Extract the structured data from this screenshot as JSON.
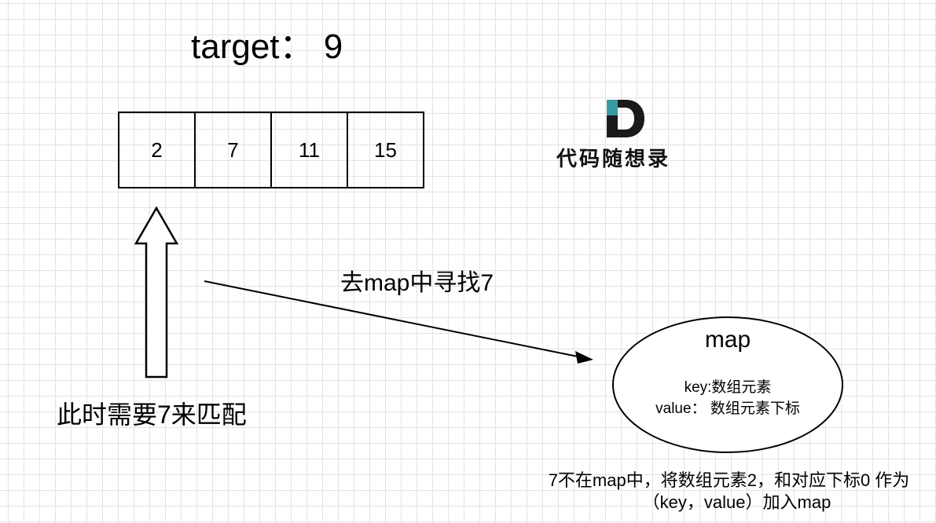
{
  "title": "target： 9",
  "array": {
    "values": [
      "2",
      "7",
      "11",
      "15"
    ]
  },
  "current_hint": "此时需要7来匹配",
  "search_label": "去map中寻找7",
  "map": {
    "title": "map",
    "key_desc": "key:数组元素",
    "value_desc": "value： 数组元素下标"
  },
  "note": {
    "line1": "7不在map中，将数组元素2，和对应下标0 作为",
    "line2": "（key，value）加入map"
  },
  "logo": {
    "text": "代码随想录",
    "colors": {
      "dark": "#1a1a1a",
      "teal": "#3a9aa3"
    }
  }
}
